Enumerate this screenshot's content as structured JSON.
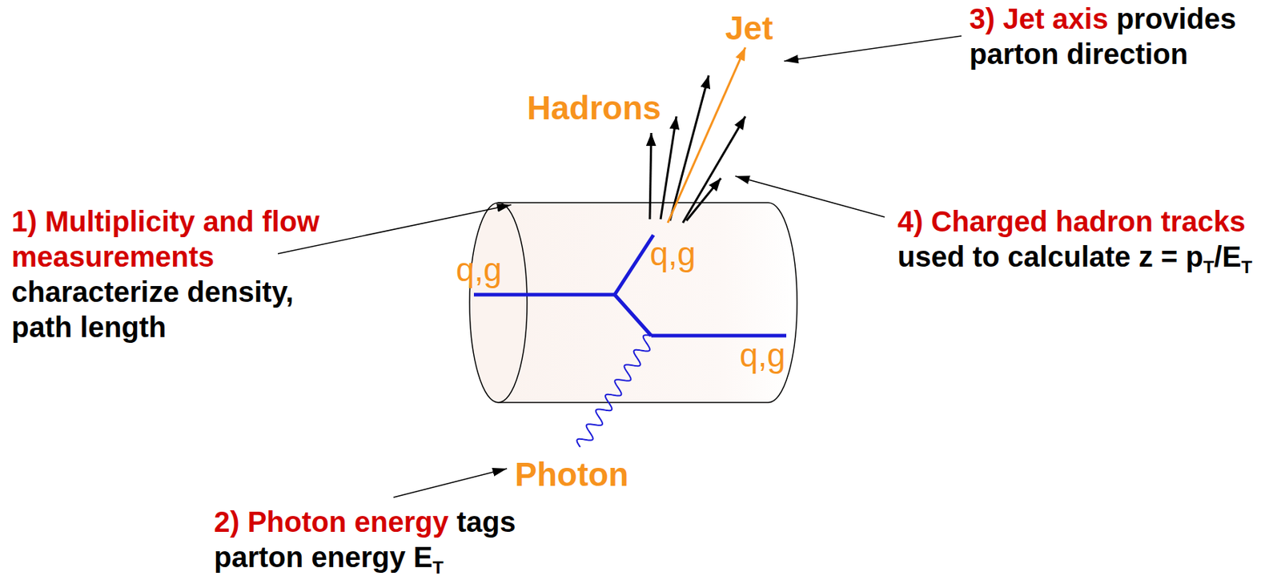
{
  "diagram": {
    "labels": [
      "Jet",
      "Hadrons",
      "q,g",
      "q,g",
      "q,g",
      "Photon",
      "1) Multiplicity and flow measurements",
      "characterize density, path length",
      "2) Photon energy",
      "tags parton energy E",
      "T",
      "3) Jet axis",
      "provides parton direction",
      "4) Charged hadron tracks",
      "used to calculate z = p",
      "T",
      "/E",
      "T"
    ]
  }
}
